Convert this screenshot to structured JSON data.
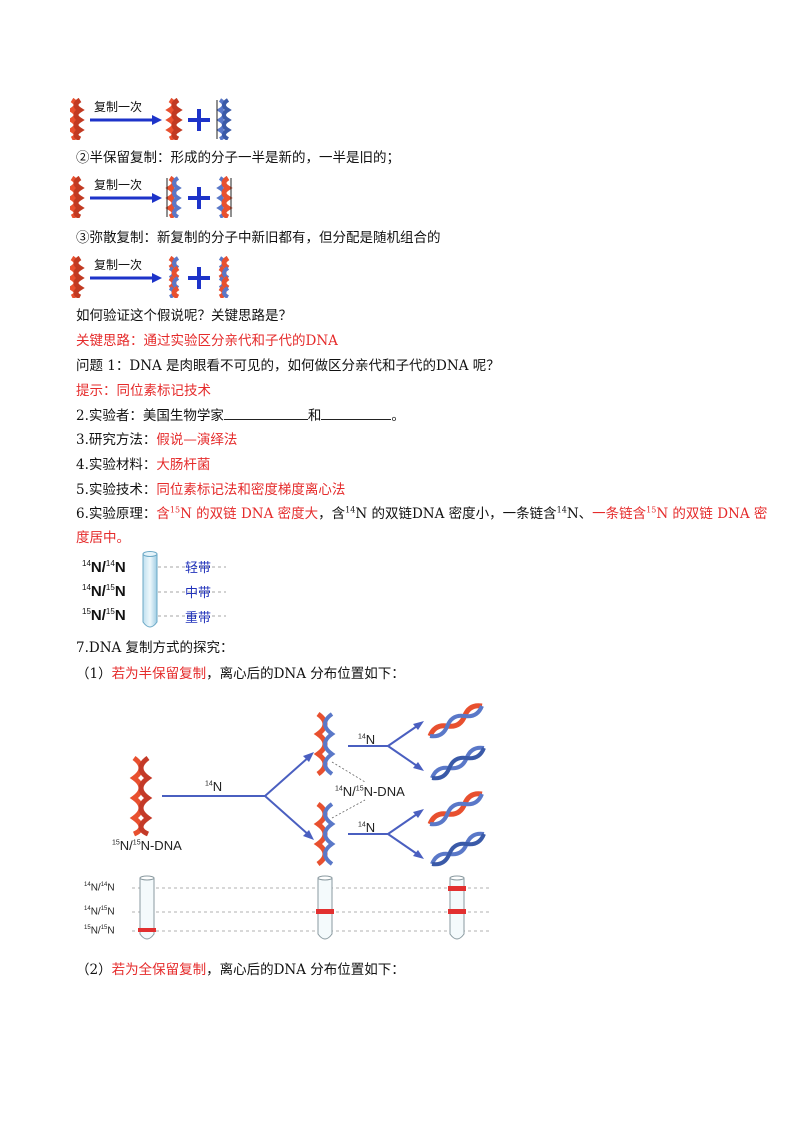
{
  "rep_label": "复制一次",
  "semi": {
    "circle": "②",
    "name": "半保留复制",
    "rest": "：形成的分子一半是新的，一半是旧的；"
  },
  "disp": {
    "circle": "③",
    "name": "弥散复制",
    "rest": "：新复制的分子中新旧都有，但分配是随机组合的"
  },
  "q_verify": "如何验证这个假说呢？关键思路是？",
  "key_idea": "关键思路：通过实验区分亲代和子代的DNA",
  "question1": "问题 1：DNA 是肉眼看不可见的，如何做区分亲代和子代的DNA 呢？",
  "hint": "提示：同位素标记技术",
  "item2": {
    "num": "2.",
    "label": "实验者：",
    "text": "美国生物学家",
    "and": "和",
    "end": "。"
  },
  "item3": {
    "num": "3.",
    "label": "研究方法：",
    "answer": "假说—演绎法"
  },
  "item4": {
    "num": "4.",
    "label": "实验材料：",
    "answer": "大肠杆菌"
  },
  "item5": {
    "num": "5.",
    "label": "实验技术：",
    "answer": "同位素标记法和密度梯度离心法"
  },
  "item6": {
    "num": "6.",
    "label": "实验原理：",
    "r1a": "含",
    "r1b": "N 的双链 DNA 密度大",
    "mid": "，含",
    "midb": "N 的双链DNA 密度小，一条链含",
    "midc": "N、",
    "r2a": "一条链含",
    "r2b": "N 的双链 DNA 密",
    "r2c": "度居中。",
    "sup15": "15",
    "sup14": "14"
  },
  "tube1": {
    "labels": [
      {
        "a": "14",
        "b": "14"
      },
      {
        "a": "14",
        "b": "15"
      },
      {
        "a": "15",
        "b": "15"
      }
    ],
    "N": "N",
    "slash": "/",
    "bands": [
      "轻带",
      "中带",
      "重带"
    ]
  },
  "item7": "7.DNA 复制方式的探究：",
  "sub1": {
    "num": "（1）",
    "red": "若为半保留复制",
    "rest": "，离心后的DNA 分布位置如下："
  },
  "sub2": {
    "num": "（2）",
    "red": "若为全保留复制",
    "rest": "，离心后的DNA 分布位置如下："
  },
  "diagram": {
    "n14": "14",
    "N": "N",
    "parent_label": "N-DNA",
    "parent_a": "15",
    "parent_b": "15",
    "hybrid_label": "N-DNA",
    "hybrid_a": "14",
    "hybrid_b": "15",
    "tube_labels": [
      {
        "a": "14",
        "b": "14"
      },
      {
        "a": "14",
        "b": "15"
      },
      {
        "a": "15",
        "b": "15"
      }
    ]
  },
  "colors": {
    "accent_red": "#e52b2b",
    "band_blue": "#2233bb",
    "arrow_blue": "#1d33c9",
    "dna_red": "#e8502f",
    "dna_blue": "#5a78c8"
  }
}
